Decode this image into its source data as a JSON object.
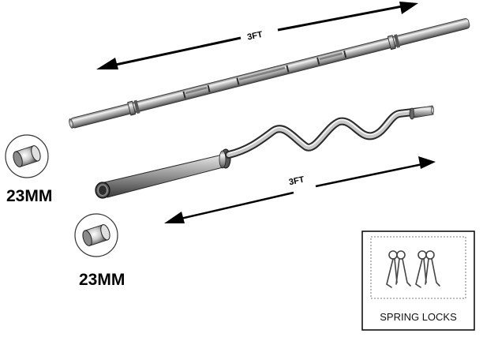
{
  "straight_bar": {
    "length_label": "3FT"
  },
  "curl_bar": {
    "length_label": "3FT"
  },
  "collar_top": {
    "size_label": "23MM"
  },
  "collar_bottom": {
    "size_label": "23MM"
  },
  "spring_locks": {
    "label": "SPRING LOCKS"
  }
}
